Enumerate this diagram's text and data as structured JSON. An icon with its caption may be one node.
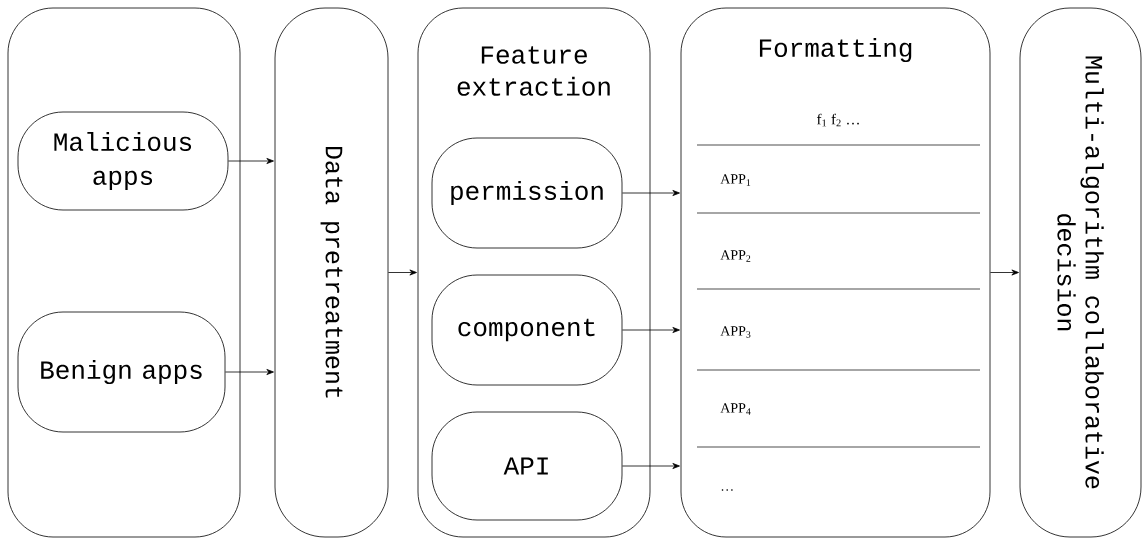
{
  "diagram": {
    "nodes": [
      {
        "text": [],
        "shape": "box"
      },
      {
        "text": [
          "Malicious apps"
        ],
        "in": 0
      },
      {
        "text": [
          "Benign apps"
        ],
        "in": 0
      },
      {
        "text": [
          "Data pretreatment"
        ]
      },
      {
        "text": [
          "Feature extraction"
        ]
      },
      {
        "text": [
          "permission"
        ],
        "in": 4
      },
      {
        "text": [
          "component"
        ],
        "in": 4
      },
      {
        "text": [
          "API"
        ],
        "in": 4
      },
      {
        "text": [
          "Formatting",
          "f$_{1}$ f$_{2}$ …",
          "APP$_{1}$",
          "APP$_{2}$",
          "APP$_{3}$",
          "APP$_{4}$",
          "…"
        ]
      },
      {
        "text": [
          "Multi-algorithm collaborative decision"
        ]
      }
    ],
    "edges": [
      {
        "from": 1,
        "to": 3,
        "arrow": "to"
      },
      {
        "from": 2,
        "to": 3,
        "arrow": "to"
      },
      {
        "from": 3,
        "to": 4,
        "arrow": "to"
      },
      {
        "from": 5,
        "to": 8,
        "arrow": "to"
      },
      {
        "from": 6,
        "to": 8,
        "arrow": "to"
      },
      {
        "from": 7,
        "to": 8,
        "arrow": "to"
      },
      {
        "from": 8,
        "to": 9,
        "arrow": "to"
      }
    ]
  }
}
